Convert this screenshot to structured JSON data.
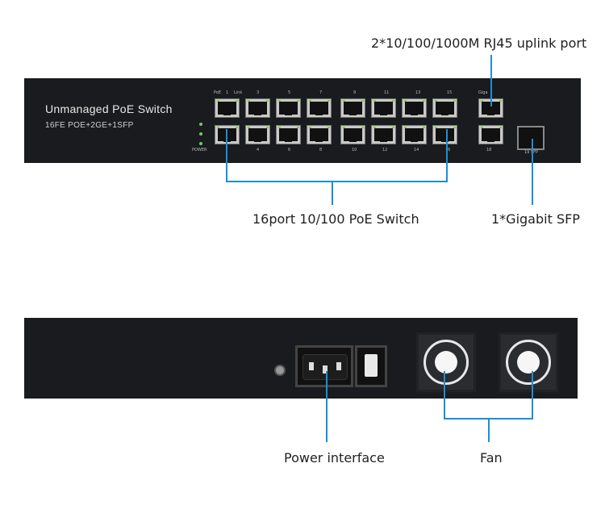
{
  "front_panel": {
    "title": "Unmanaged PoE Switch",
    "subtitle": "16FE POE+2GE+1SFP",
    "labels": {
      "poe": "PoE",
      "link": "Link",
      "power": "POWER",
      "giga": "Giga",
      "sfp": "19 SFP",
      "p1": "1",
      "p3": "3",
      "p5": "5",
      "p7": "7",
      "p9": "9",
      "p11": "11",
      "p13": "13",
      "p15": "15",
      "p4": "4",
      "p6": "6",
      "p8": "8",
      "p10": "10",
      "p12": "12",
      "p14": "14",
      "p16": "16",
      "p18": "18"
    }
  },
  "callouts": {
    "uplink": "2*10/100/1000M RJ45 uplink port",
    "poe_ports": "16port 10/100 PoE Switch",
    "sfp": "1*Gigabit SFP",
    "power": "Power interface",
    "fan": "Fan"
  },
  "colors": {
    "accent_line": "#1b8fd6",
    "device_body": "#1a1b1e",
    "port_led": "#7fd13b"
  },
  "icons": [
    "rj45-port-icon",
    "sfp-slot-icon",
    "fan-icon",
    "power-socket-icon",
    "rocker-switch-icon",
    "ground-screw-icon"
  ]
}
